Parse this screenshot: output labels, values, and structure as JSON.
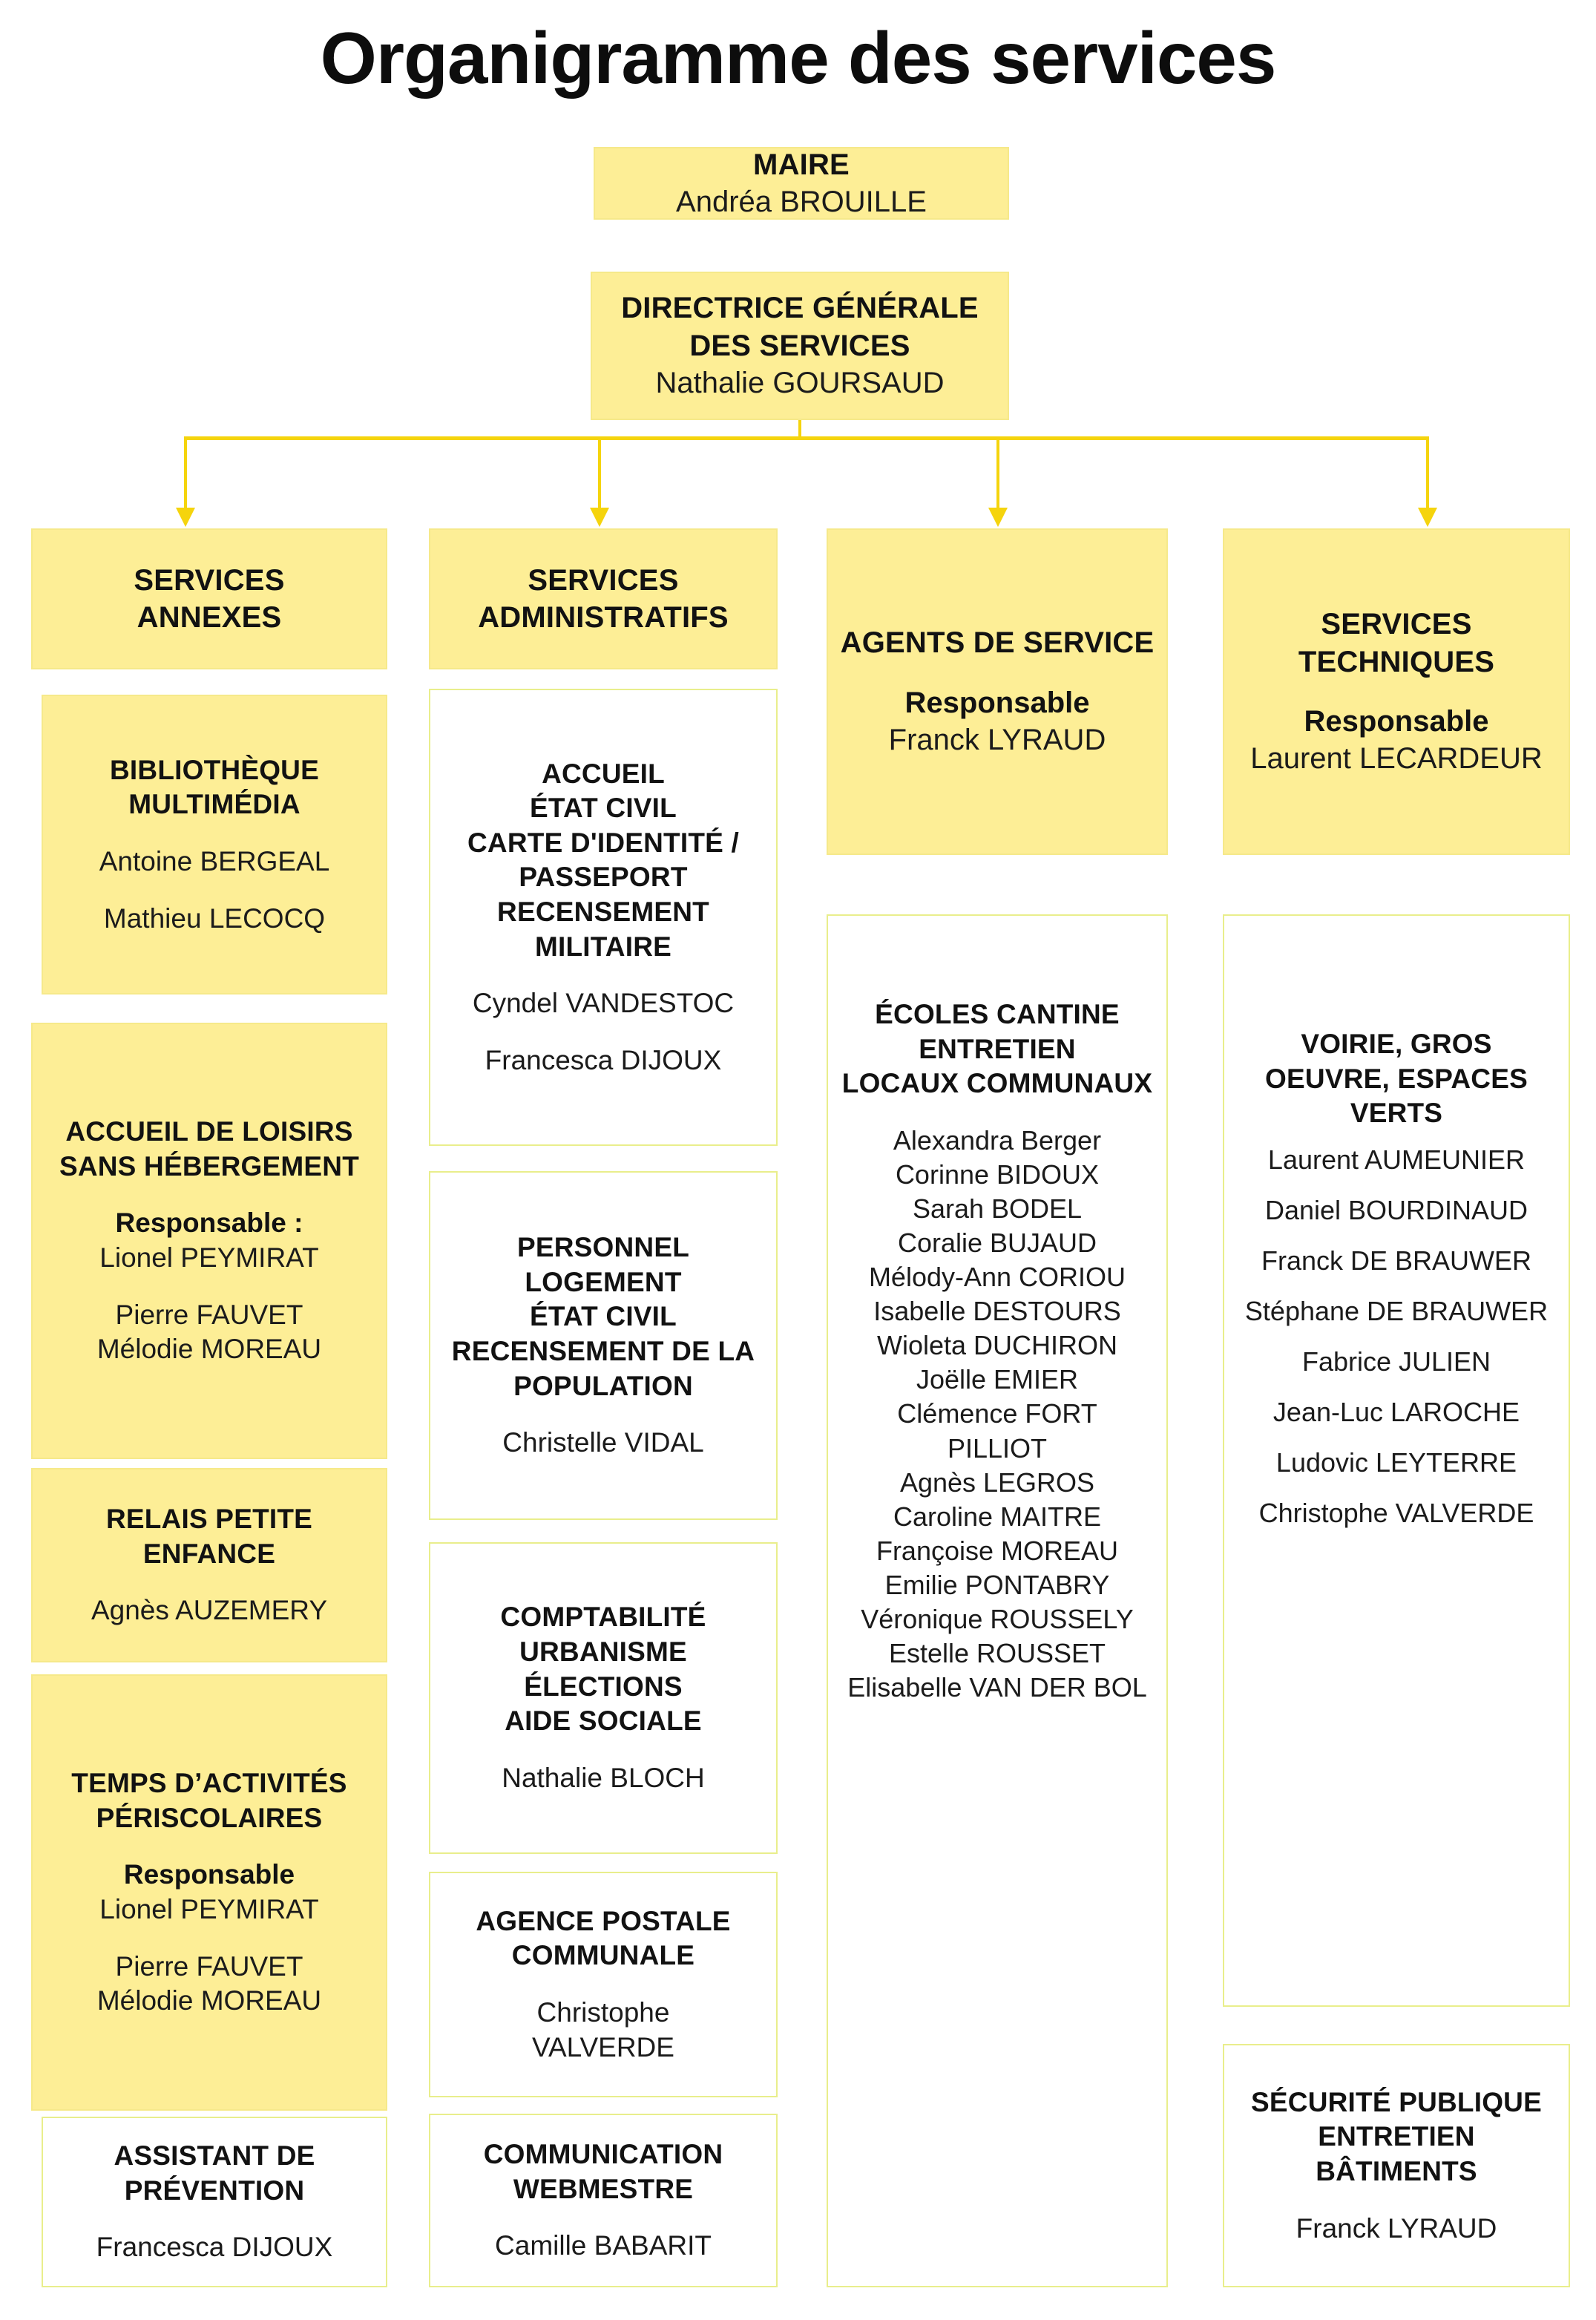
{
  "title": "Organigramme des services",
  "colors": {
    "box_fill": "#fdee96",
    "box_border": "#f6e98a",
    "white_box_border": "#e9ee8c",
    "connector": "#f5d40d",
    "text": "#121212"
  },
  "top": {
    "maire": {
      "role": "MAIRE",
      "name": "Andréa BROUILLE"
    },
    "dgs": {
      "role_line1": "DIRECTRICE GÉNÉRALE",
      "role_line2": "DES SERVICES",
      "name": "Nathalie GOURSAUD"
    }
  },
  "columns": [
    {
      "header": {
        "line1": "SERVICES",
        "line2": "ANNEXES"
      },
      "boxes": [
        {
          "title_lines": [
            "BIBLIOTHÈQUE",
            "MULTIMÉDIA"
          ],
          "names": [
            "Antoine BERGEAL",
            "Mathieu LECOCQ"
          ],
          "style": "yellow"
        },
        {
          "title_lines": [
            "ACCUEIL DE LOISIRS",
            "SANS HÉBERGEMENT"
          ],
          "lead_label": "Responsable :",
          "lead_name": "Lionel PEYMIRAT",
          "names": [
            "Pierre FAUVET",
            "Mélodie MOREAU"
          ],
          "style": "yellow"
        },
        {
          "title_lines": [
            "RELAIS PETITE",
            "ENFANCE"
          ],
          "names": [
            "Agnès AUZEMERY"
          ],
          "style": "yellow"
        },
        {
          "title_lines": [
            "TEMPS D’ACTIVITÉS",
            "PÉRISCOLAIRES"
          ],
          "lead_label": "Responsable",
          "lead_name": "Lionel PEYMIRAT",
          "names": [
            "Pierre FAUVET",
            "Mélodie MOREAU"
          ],
          "style": "yellow"
        },
        {
          "title_lines": [
            "ASSISTANT DE",
            "PRÉVENTION"
          ],
          "names": [
            "Francesca DIJOUX"
          ],
          "style": "white"
        }
      ]
    },
    {
      "header": {
        "line1": "SERVICES",
        "line2": "ADMINISTRATIFS"
      },
      "boxes": [
        {
          "title_lines": [
            "ACCUEIL",
            "ÉTAT CIVIL",
            "CARTE D'IDENTITÉ /",
            "PASSEPORT",
            "RECENSEMENT",
            "MILITAIRE"
          ],
          "names": [
            "Cyndel VANDESTOC",
            "Francesca DIJOUX"
          ],
          "style": "white"
        },
        {
          "title_lines": [
            "PERSONNEL",
            "LOGEMENT",
            "ÉTAT CIVIL",
            "RECENSEMENT DE LA",
            "POPULATION"
          ],
          "names": [
            "Christelle VIDAL"
          ],
          "style": "white"
        },
        {
          "title_lines": [
            "COMPTABILITÉ",
            "URBANISME",
            "ÉLECTIONS",
            "AIDE SOCIALE"
          ],
          "names": [
            "Nathalie BLOCH"
          ],
          "style": "white"
        },
        {
          "title_lines": [
            "AGENCE POSTALE",
            "COMMUNALE"
          ],
          "names": [
            "Christophe",
            "VALVERDE"
          ],
          "style": "white"
        },
        {
          "title_lines": [
            "COMMUNICATION",
            "WEBMESTRE"
          ],
          "names": [
            "Camille BABARIT"
          ],
          "style": "white"
        }
      ]
    },
    {
      "header": {
        "line1": "AGENTS DE SERVICE",
        "lead_label": "Responsable",
        "lead_name": "Franck LYRAUD"
      },
      "boxes": [
        {
          "title_lines": [
            "ÉCOLES CANTINE",
            "ENTRETIEN",
            "LOCAUX COMMUNAUX"
          ],
          "names": [
            "Alexandra Berger",
            "Corinne BIDOUX",
            "Sarah BODEL",
            "Coralie BUJAUD",
            "Mélody-Ann CORIOU",
            "Isabelle DESTOURS",
            "Wioleta DUCHIRON",
            "Joëlle EMIER",
            "Clémence FORT",
            "PILLIOT",
            "Agnès LEGROS",
            "Caroline MAITRE",
            "Françoise MOREAU",
            "Emilie PONTABRY",
            "Véronique ROUSSELY",
            "Estelle ROUSSET",
            "Elisabelle VAN DER BOL"
          ],
          "style": "white"
        }
      ]
    },
    {
      "header": {
        "line1": "SERVICES",
        "line2": "TECHNIQUES",
        "lead_label": "Responsable",
        "lead_name": "Laurent LECARDEUR"
      },
      "boxes": [
        {
          "title_lines": [
            "VOIRIE, GROS",
            "OEUVRE, ESPACES",
            "VERTS"
          ],
          "names": [
            "Laurent AUMEUNIER",
            "Daniel BOURDINAUD",
            "Franck DE BRAUWER",
            "Stéphane DE BRAUWER",
            "Fabrice JULIEN",
            "Jean-Luc LAROCHE",
            "Ludovic LEYTERRE",
            "Christophe VALVERDE"
          ],
          "style": "white"
        },
        {
          "title_lines": [
            "SÉCURITÉ PUBLIQUE",
            "ENTRETIEN",
            "BÂTIMENTS"
          ],
          "names": [
            "Franck LYRAUD"
          ],
          "style": "white"
        }
      ]
    }
  ]
}
